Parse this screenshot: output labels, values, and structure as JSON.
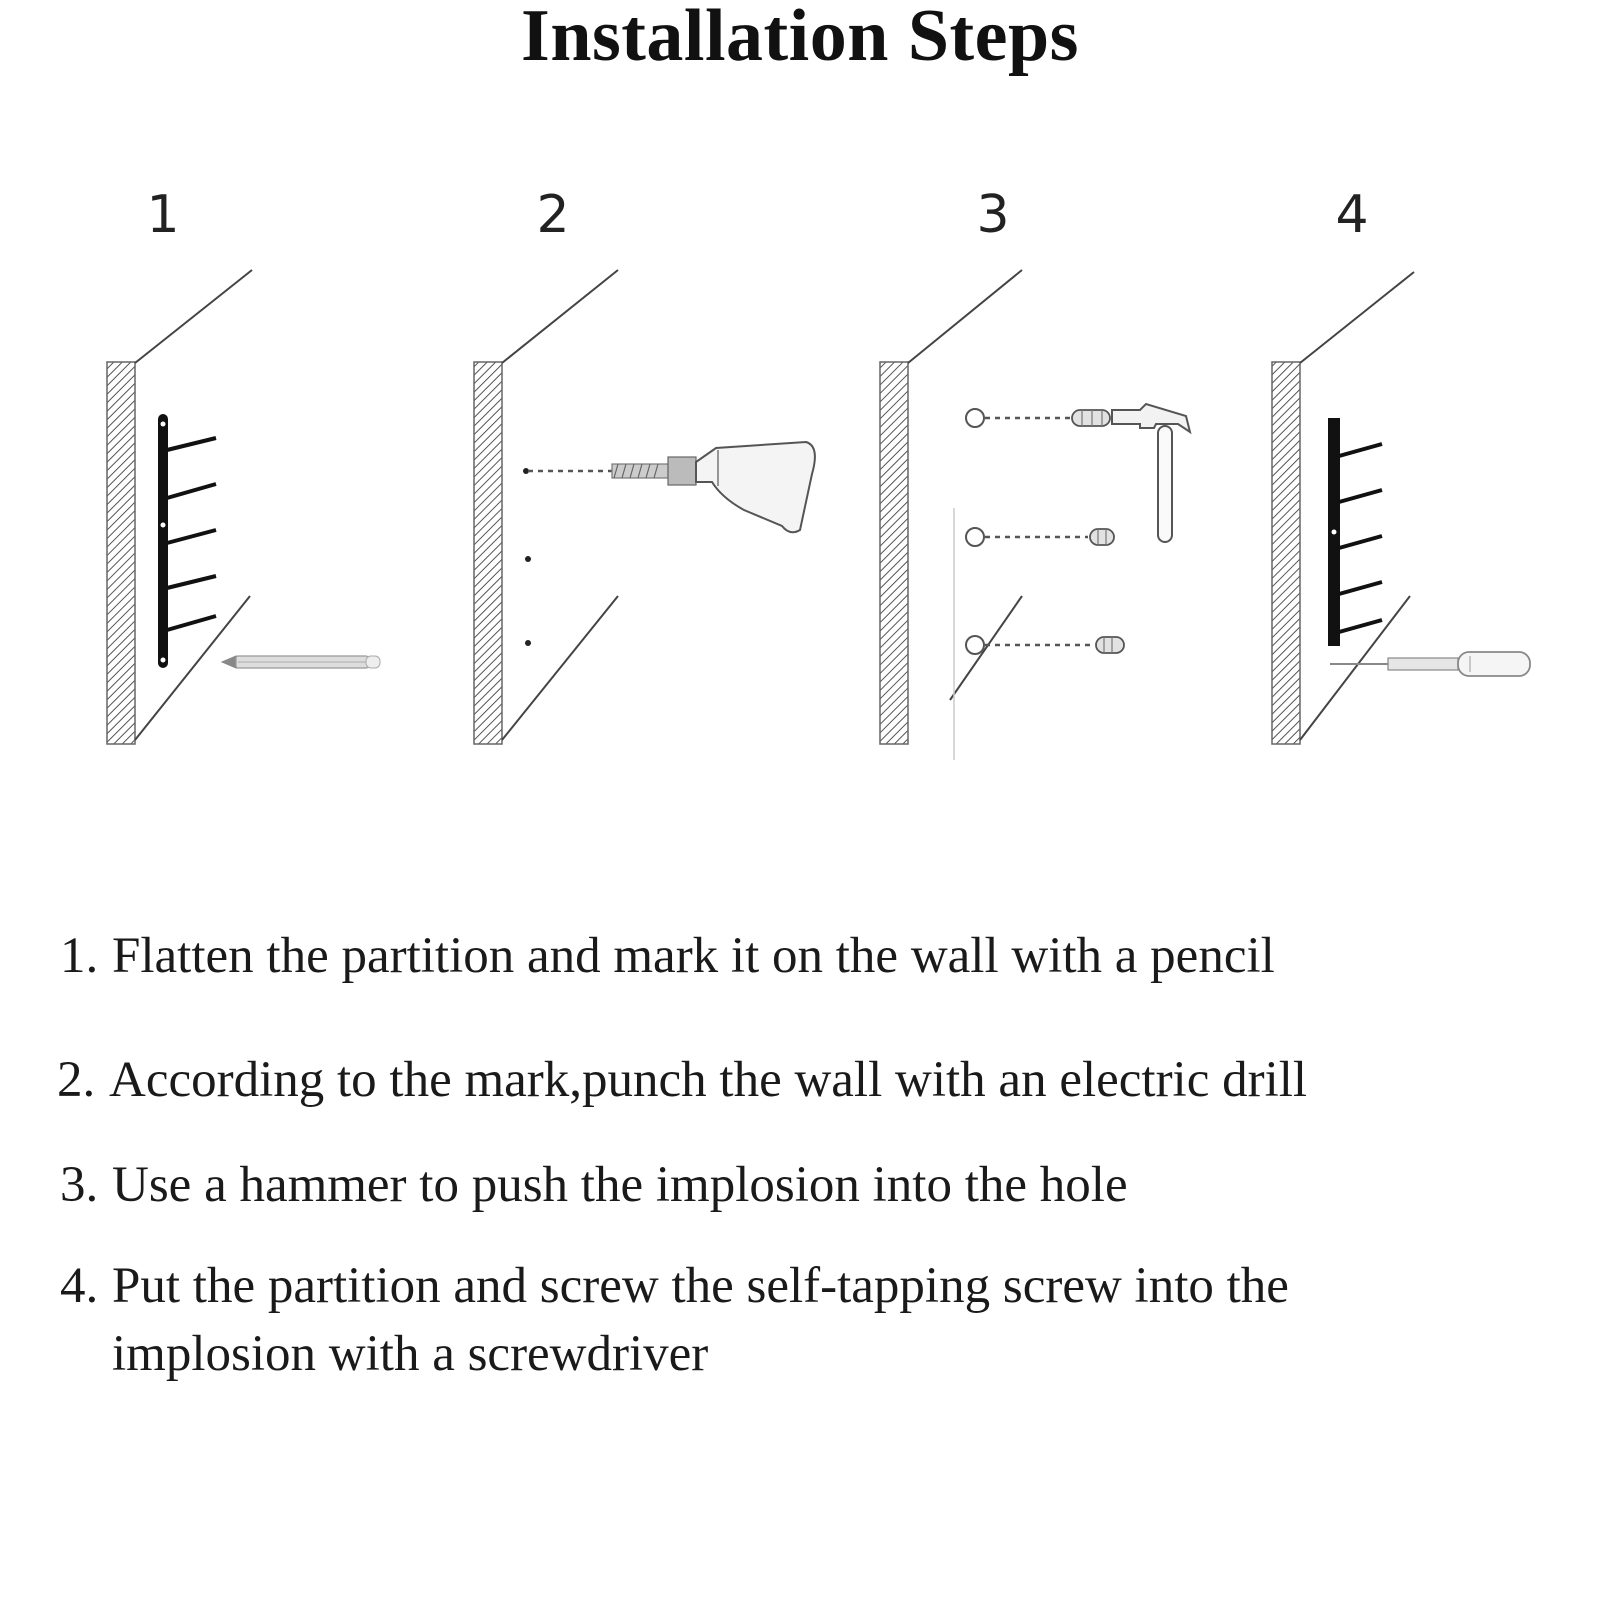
{
  "title": "Installation Steps",
  "figure": {
    "panels": [
      {
        "number": "1",
        "tool_icon": "pencil-icon"
      },
      {
        "number": "2",
        "tool_icon": "electric-drill-icon"
      },
      {
        "number": "3",
        "tool_icon": "hammer-icon"
      },
      {
        "number": "4",
        "tool_icon": "screwdriver-icon"
      }
    ]
  },
  "instructions": [
    {
      "number": "1.",
      "text": "Flatten the partition and mark it on the wall with a pencil"
    },
    {
      "number": "2.",
      "text": "According to the mark,punch the wall with an electric drill"
    },
    {
      "number": "3.",
      "text": "Use a hammer to push the implosion into the hole"
    },
    {
      "number": "4.",
      "text_line1": "Put the partition and screw the self-tapping screw into the",
      "text_line2": "implosion with a screwdriver"
    }
  ]
}
